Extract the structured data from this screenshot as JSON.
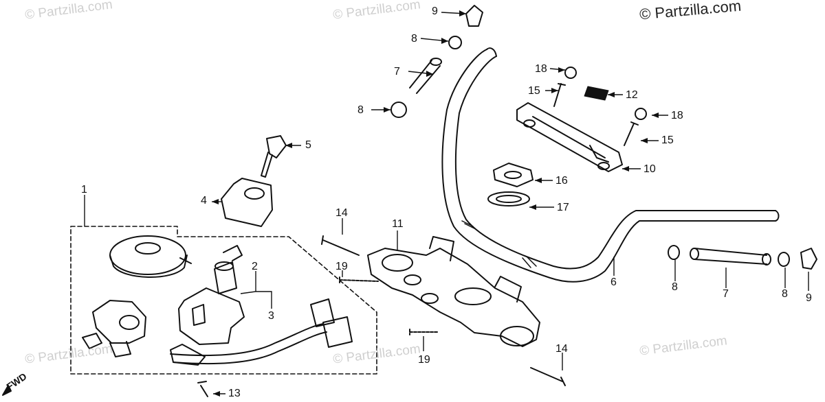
{
  "watermark": "© Partzilla.com",
  "copyright": "© Partzilla.com",
  "fwd": "FWD",
  "labels": [
    "1",
    "2",
    "3",
    "4",
    "5",
    "6",
    "7",
    "7",
    "8",
    "8",
    "8",
    "8",
    "9",
    "9",
    "10",
    "11",
    "12",
    "13",
    "14",
    "14",
    "15",
    "15",
    "16",
    "17",
    "18",
    "18",
    "19",
    "19"
  ]
}
